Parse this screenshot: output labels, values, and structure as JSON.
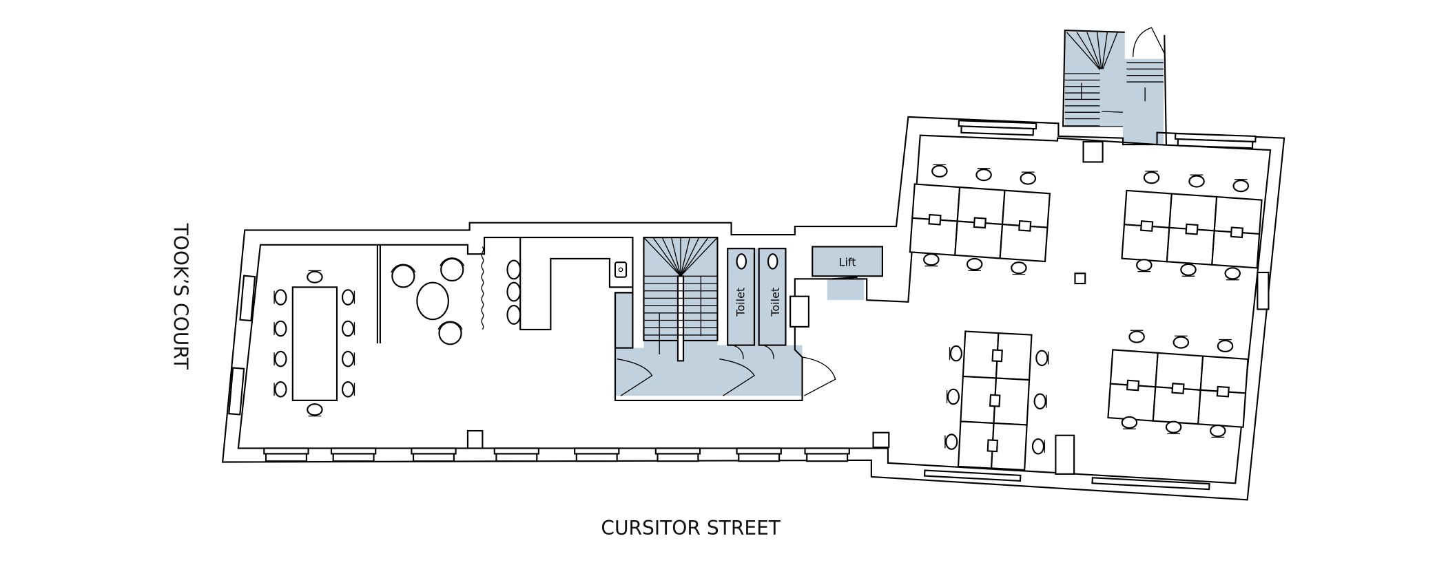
{
  "plan": {
    "street_labels": {
      "left": "TOOK’S COURT",
      "bottom": "CURSITOR STREET"
    },
    "rooms": {
      "lift": "Lift",
      "toilet_1": "Toilet",
      "toilet_2": "Toilet"
    },
    "colors": {
      "core_shading": "#c2d1de",
      "walls": "#000000"
    }
  }
}
